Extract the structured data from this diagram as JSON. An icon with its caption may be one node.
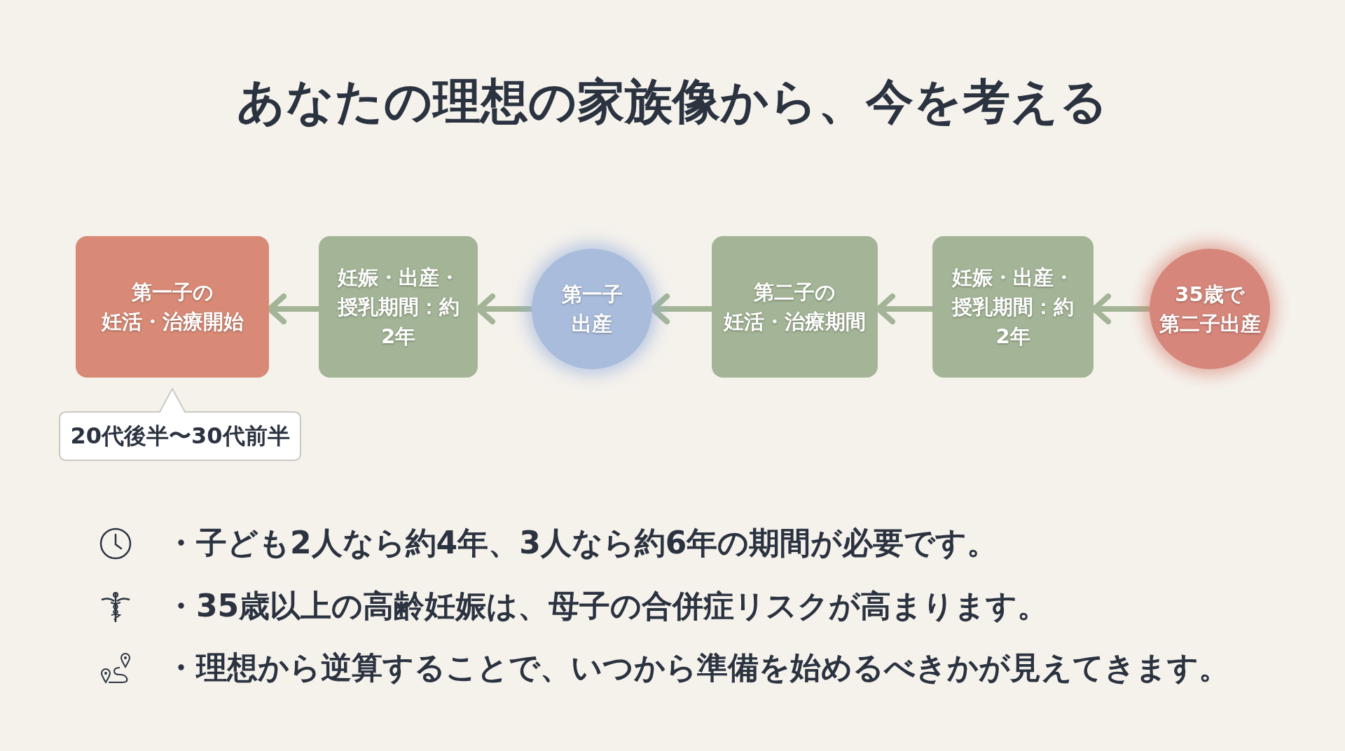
{
  "diagram": {
    "title": "あなたの理想の家族像から、今を考える",
    "nodes": [
      {
        "text": [
          "第一子の妊活・治療開始"
        ],
        "beside": [
          "20代後半〜30代前半"
        ]
      },
      {
        "text": [
          "妊娠・出産・授乳期間：約2年"
        ]
      },
      {
        "text": [
          "第一子出産"
        ]
      },
      {
        "text": [
          "第二子の妊活・治療期間"
        ]
      },
      {
        "text": [
          "妊娠・出産・授乳期間：約2年"
        ]
      },
      {
        "text": [
          "35歳で第二子出産"
        ]
      }
    ],
    "edges": [
      {
        "from": 1,
        "to": 0,
        "arrow": "to"
      },
      {
        "from": 2,
        "to": 1,
        "arrow": "to"
      },
      {
        "from": 3,
        "to": 2,
        "arrow": "to"
      },
      {
        "from": 4,
        "to": 3,
        "arrow": "to"
      },
      {
        "from": 5,
        "to": 4,
        "arrow": "to"
      }
    ],
    "labels": [
      "・子ども2人なら約4年、3人なら約6年の期間が必要です。",
      "・35歳以上の高齢妊娠は、母子の合併症リスクが高まります。",
      "・理想から逆算することで、いつから準備を始めるべきかが見えてきます。"
    ]
  }
}
